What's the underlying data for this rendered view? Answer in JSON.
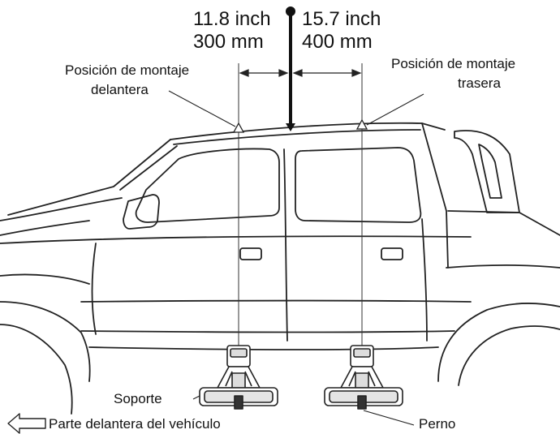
{
  "measurements": {
    "front_inch": "11.8 inch",
    "front_mm": "300 mm",
    "rear_inch": "15.7 inch",
    "rear_mm": "400 mm"
  },
  "labels": {
    "front_mount_line1": "Posición de montaje",
    "front_mount_line2": "delantera",
    "rear_mount_line1": "Posición de montaje",
    "rear_mount_line2": "trasera",
    "bracket": "Soporte",
    "bolt": "Perno",
    "vehicle_front": "Parte delantera del vehículo"
  },
  "icons": {
    "front_direction": "arrow-left-icon",
    "reference_point": "filled-circle-icon"
  }
}
